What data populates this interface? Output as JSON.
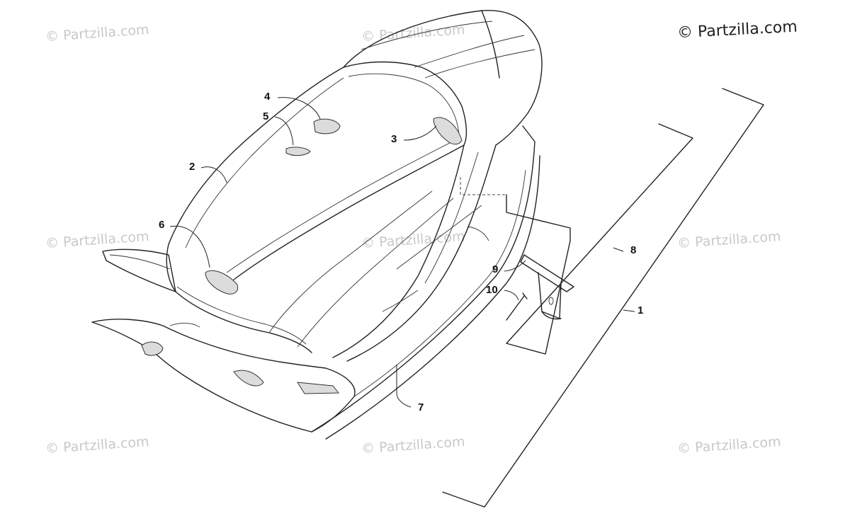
{
  "watermark": "© Partzilla.com",
  "brand": "© Partzilla.com",
  "callouts": {
    "c1": "1",
    "c2": "2",
    "c3": "3",
    "c4": "4",
    "c5": "5",
    "c6": "6",
    "c7": "7",
    "c8": "8",
    "c9": "9",
    "c10": "10"
  }
}
